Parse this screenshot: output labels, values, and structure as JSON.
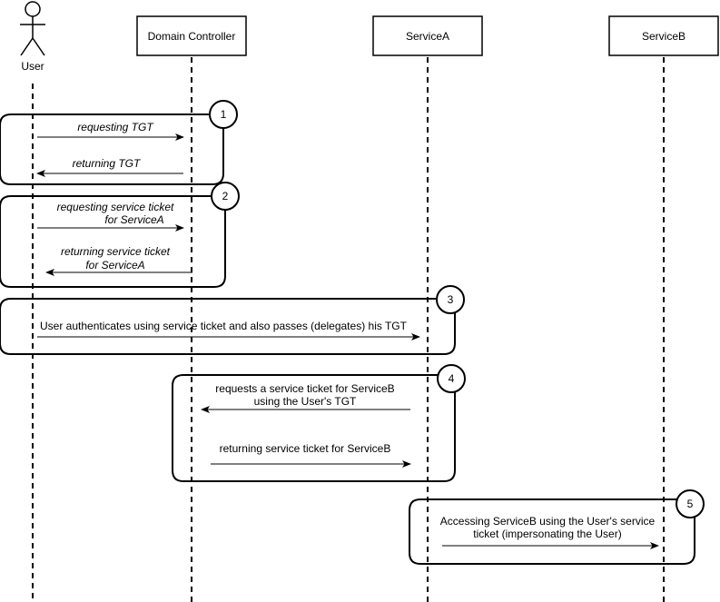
{
  "participants": {
    "user": "User",
    "domain_controller": "Domain Controller",
    "service_a": "ServiceA",
    "service_b": "ServiceB"
  },
  "steps": [
    {
      "number": "1",
      "messages": [
        {
          "lines": [
            "requesting TGT"
          ],
          "italic": true
        },
        {
          "lines": [
            "returning TGT"
          ],
          "italic": true
        }
      ]
    },
    {
      "number": "2",
      "messages": [
        {
          "lines": [
            "requesting service ticket",
            "for ServiceA"
          ],
          "italic": true
        },
        {
          "lines": [
            "returning service ticket",
            "for ServiceA"
          ],
          "italic": true
        }
      ]
    },
    {
      "number": "3",
      "messages": [
        {
          "lines": [
            "User authenticates using service ticket and also passes (delegates) his TGT"
          ],
          "italic": false
        }
      ]
    },
    {
      "number": "4",
      "messages": [
        {
          "lines": [
            "requests a service ticket for ServiceB",
            "using the User's TGT"
          ],
          "italic": false
        },
        {
          "lines": [
            "returning service ticket for ServiceB"
          ],
          "italic": false
        }
      ]
    },
    {
      "number": "5",
      "messages": [
        {
          "lines": [
            "Accessing ServiceB using the User's service",
            "ticket (impersonating the User)"
          ],
          "italic": false
        }
      ]
    }
  ]
}
